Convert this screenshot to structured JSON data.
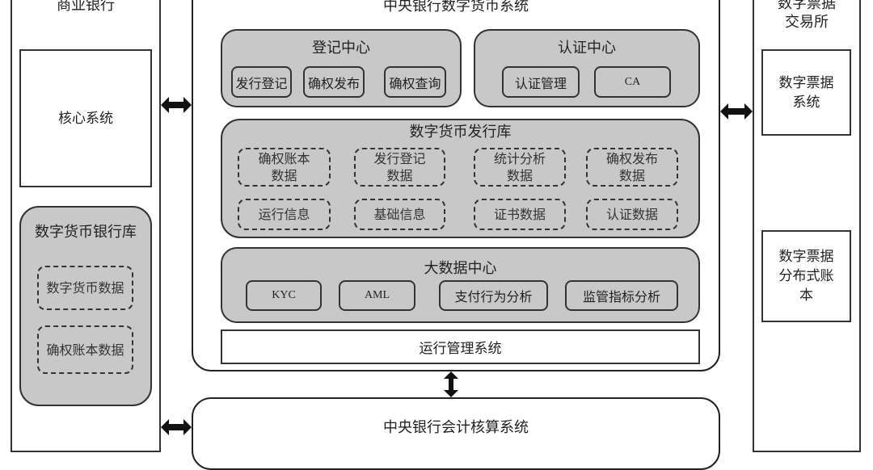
{
  "commercial_bank": {
    "title": "商业银行",
    "core_system": "核心系统",
    "digital_currency_vault": {
      "title": "数字货币银行库",
      "items": [
        "数字货币数据",
        "确权账本数据"
      ]
    }
  },
  "central_bank_dc_system": {
    "title": "中央银行数字货币系统",
    "registration_center": {
      "title": "登记中心",
      "items": [
        "发行登记",
        "确权发布",
        "确权查询"
      ]
    },
    "authentication_center": {
      "title": "认证中心",
      "items": [
        "认证管理",
        "CA"
      ]
    },
    "issuance_vault": {
      "title": "数字货币发行库",
      "items": [
        "确权账本\n数据",
        "发行登记\n数据",
        "统计分析\n数据",
        "确权发布\n数据",
        "运行信息",
        "基础信息",
        "证书数据",
        "认证数据"
      ]
    },
    "big_data_center": {
      "title": "大数据中心",
      "items": [
        "KYC",
        "AML",
        "支付行为分析",
        "监管指标分析"
      ]
    },
    "operations_mgmt": "运行管理系统"
  },
  "accounting_system": "中央银行会计核算系统",
  "digital_bill_exchange": {
    "title_line1": "数字票据",
    "title_line2": "交易所",
    "bill_system_line1": "数字票据",
    "bill_system_line2": "系统",
    "ledger_line1": "数字票据",
    "ledger_line2": "分布式账",
    "ledger_line3": "本"
  },
  "connectors": [
    {
      "from": "commercial_bank",
      "to": "central_bank_dc_system",
      "type": "bidirectional"
    },
    {
      "from": "central_bank_dc_system",
      "to": "digital_bill_exchange",
      "type": "bidirectional"
    },
    {
      "from": "central_bank_dc_system",
      "to": "accounting_system",
      "type": "bidirectional"
    },
    {
      "from": "commercial_bank",
      "to": "accounting_system",
      "type": "bidirectional"
    }
  ]
}
